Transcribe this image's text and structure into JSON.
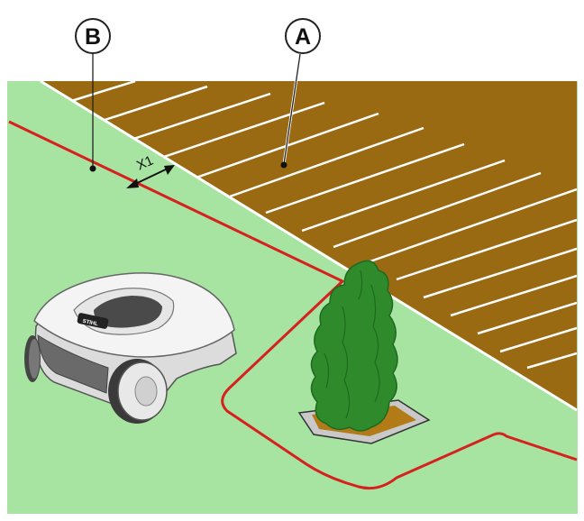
{
  "labels": {
    "a": "A",
    "b": "B",
    "x1": "X1"
  },
  "robot": {
    "brand_text": "STIHL"
  },
  "colors": {
    "lawn": "#a7e3a1",
    "soil": "#9a6a12",
    "soil_stripes": "#ffffff",
    "boundary_wire": "#d6211e",
    "hedge": "#2f8a2c",
    "hedge_dark": "#1e6a1f",
    "robot_body": "#f2f2f2",
    "robot_dark": "#555555"
  }
}
